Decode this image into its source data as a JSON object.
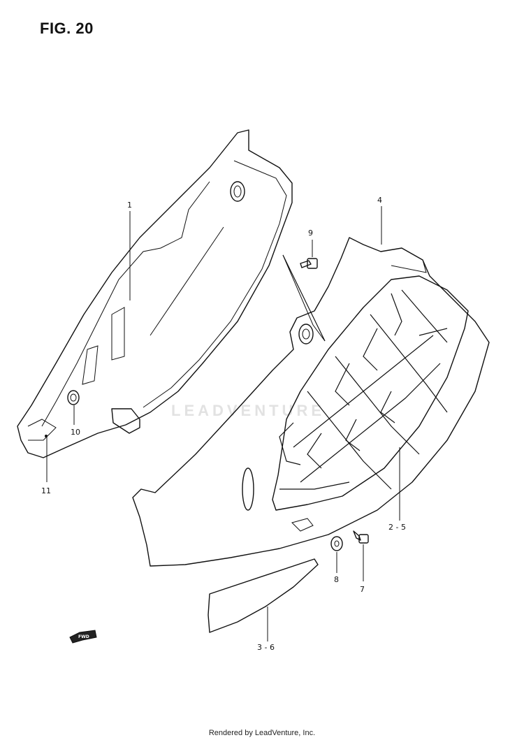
{
  "figure": {
    "title": "FIG. 20"
  },
  "callouts": {
    "c1": "1",
    "c4": "4",
    "c9": "9",
    "c10": "10",
    "c11": "11",
    "c2_5": "2 - 5",
    "c8": "8",
    "c7": "7",
    "c3_6": "3 - 6"
  },
  "fwd_label": "FWD",
  "watermark": "LEADVENTURE",
  "footer": {
    "credit": "Rendered by LeadVenture, Inc."
  }
}
